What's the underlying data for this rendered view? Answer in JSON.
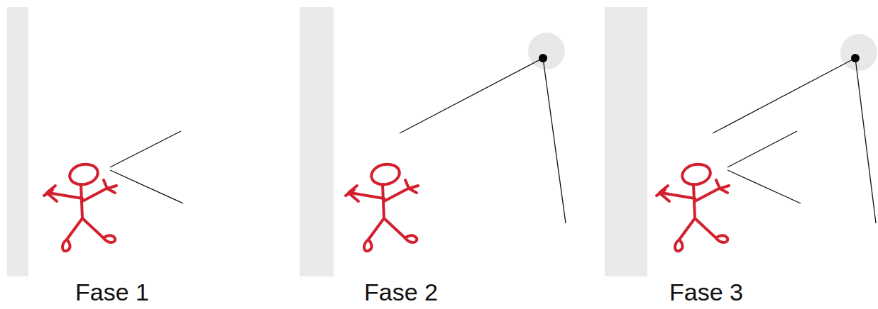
{
  "diagram": {
    "labels": [
      "Fase 1",
      "Fase 2",
      "Fase 3"
    ]
  }
}
